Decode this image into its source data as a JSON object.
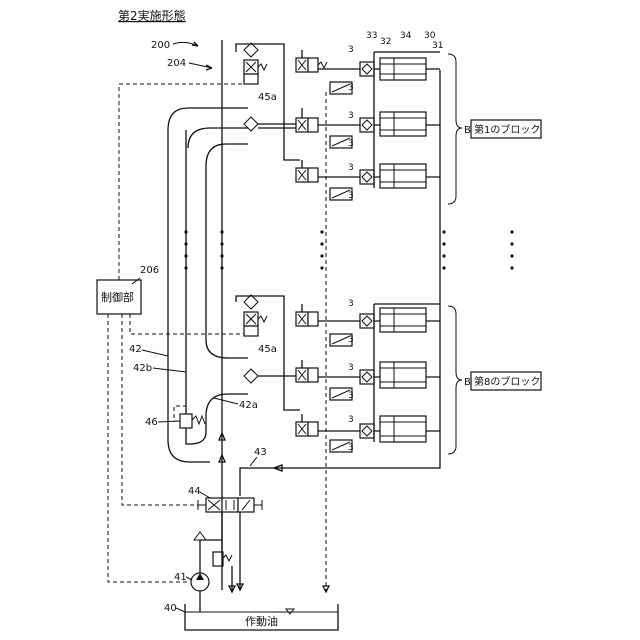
{
  "title": "第2実施形態",
  "labels": {
    "system": "200",
    "circuit": "204",
    "controller_ref": "206",
    "controller": "制御部",
    "valve_top": "45a",
    "valve_bottom": "45a",
    "line_42": "42",
    "line_42b": "42b",
    "line_42a": "42a",
    "relief_46": "46",
    "line_43": "43",
    "valve_44": "44",
    "pump_41": "41",
    "tank_40": "40",
    "tank_text": "作動油",
    "label_3": "3",
    "label_33": "33",
    "label_32": "32",
    "label_34": "34",
    "label_30": "30",
    "label_31": "31",
    "block_b": "B",
    "block1": "第1のブロック",
    "block8": "第8のブロック"
  }
}
